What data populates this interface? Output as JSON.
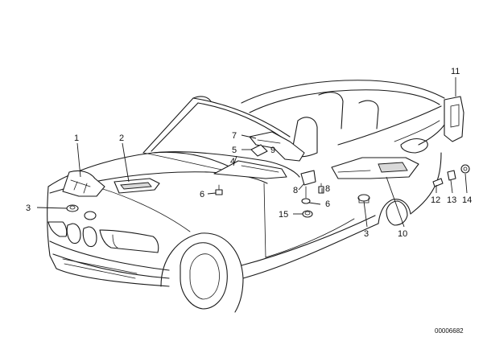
{
  "diagram": {
    "callouts": [
      {
        "id": "c1",
        "label": "1"
      },
      {
        "id": "c2",
        "label": "2"
      },
      {
        "id": "c3a",
        "label": "3"
      },
      {
        "id": "c3b",
        "label": "3"
      },
      {
        "id": "c4",
        "label": "4"
      },
      {
        "id": "c5",
        "label": "5"
      },
      {
        "id": "c6a",
        "label": "6"
      },
      {
        "id": "c6b",
        "label": "6"
      },
      {
        "id": "c7",
        "label": "7"
      },
      {
        "id": "c8a",
        "label": "8"
      },
      {
        "id": "c8b",
        "label": "8"
      },
      {
        "id": "c9",
        "label": "9"
      },
      {
        "id": "c10",
        "label": "10"
      },
      {
        "id": "c11",
        "label": "11"
      },
      {
        "id": "c12",
        "label": "12"
      },
      {
        "id": "c13",
        "label": "13"
      },
      {
        "id": "c14",
        "label": "14"
      },
      {
        "id": "c15",
        "label": "15"
      }
    ],
    "drawing_number": "00006682"
  }
}
